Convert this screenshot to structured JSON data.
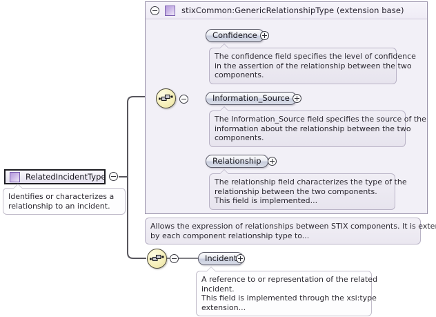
{
  "diagram": {
    "type": "xml-schema-diagram",
    "background": "#ffffff",
    "accent_purple": "#b79ddd",
    "accent_yellow": "#f6f0bb",
    "border_dark": "#1d1d22"
  },
  "root_type": {
    "label": "RelatedIncidentType",
    "icon": "complex-type-icon",
    "toggle": "collapse-minus-icon",
    "annotation": [
      "Identifies or characterizes a",
      "relationship to an incident."
    ]
  },
  "extension_base": {
    "header_label": "stixCommon:GenericRelationshipType (extension base)",
    "header_icon": "complex-type-icon",
    "header_toggle": "collapse-minus-icon",
    "compositor": "sequence-compositor-icon",
    "compositor_toggle": "collapse-minus-icon",
    "elements": [
      {
        "name": "Confidence",
        "toggle": "expand-plus-icon",
        "annotation": [
          "The confidence field specifies the level of confidence",
          "in the assertion of the relationship between the two",
          "components."
        ]
      },
      {
        "name": "Information_Source",
        "toggle": "expand-plus-icon",
        "annotation": [
          "The Information_Source field specifies the source of the",
          "information about the relationship between the two",
          "components."
        ]
      },
      {
        "name": "Relationship",
        "toggle": "expand-plus-icon",
        "annotation": [
          "The relationship field characterizes the type of the",
          "relationship between the two components.",
          "This field is implemented..."
        ]
      }
    ],
    "annotation": [
      "Allows the expression of relationships between STIX components. It is extended",
      "by each component relationship type to..."
    ]
  },
  "local_sequence": {
    "compositor": "sequence-compositor-icon",
    "compositor_toggle": "collapse-minus-icon",
    "elements": [
      {
        "name": "Incident",
        "toggle": "expand-plus-icon",
        "annotation": [
          "A reference to or representation of the related",
          "incident.",
          "This field is implemented through the xsi:type",
          "extension..."
        ]
      }
    ]
  }
}
